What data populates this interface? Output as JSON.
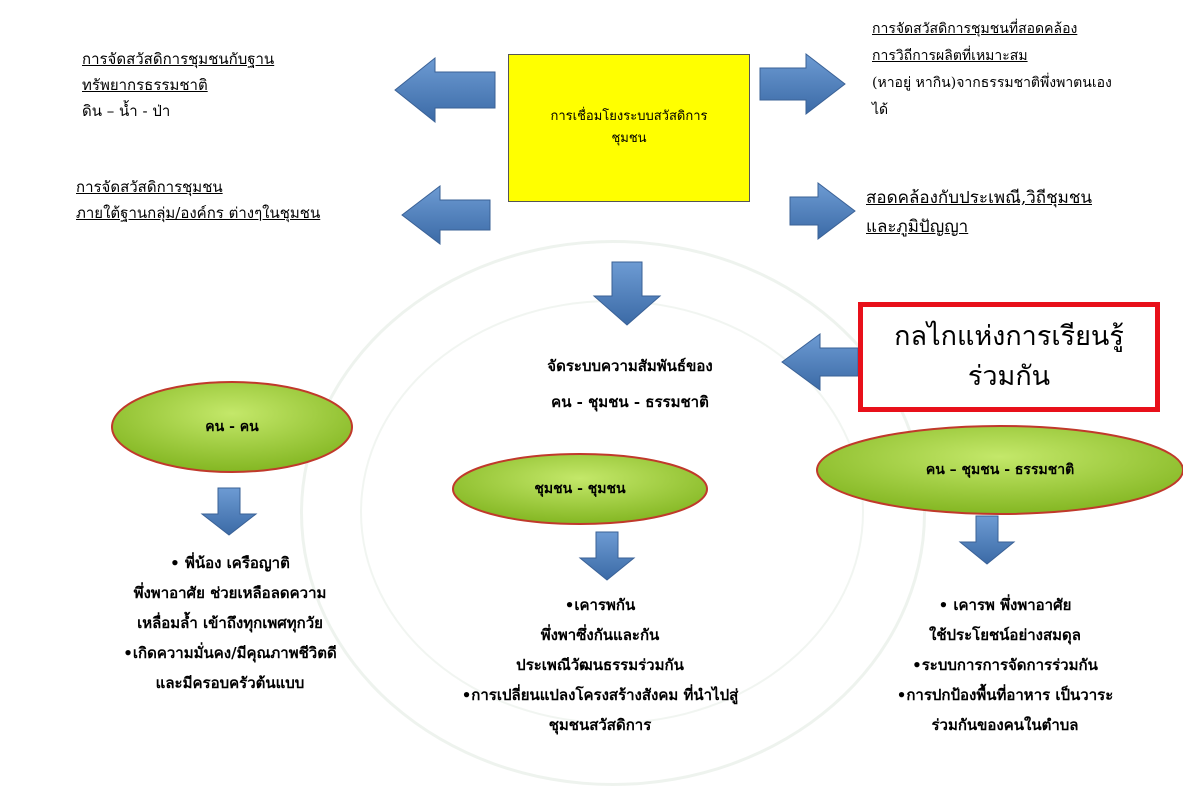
{
  "center_box": {
    "line1": "การเชื่อมโยงระบบสวัสดิการ",
    "line2": "ชุมชน"
  },
  "left_top": {
    "line1": "การจัดสวัสดิการชุมชนกับฐาน",
    "line2": "ทรัพยากรธรรมชาติ",
    "line3": "ดิน – น้ำ - ป่า"
  },
  "left_bottom": {
    "line1": "การจัดสวัสดิการชุมชน",
    "line2": "ภายใต้ฐานกลุ่ม/องค์กร ต่างๆในชุมชน"
  },
  "right_top": {
    "line1": "การจัดสวัสดิการชุมชนที่สอดคล้อง",
    "line2": "การวิถีการผลิตที่เหมาะสม",
    "line3": "(หาอยู่ หากิน)จากธรรมชาติพึ่งพาตนเอง",
    "line4": "ได้"
  },
  "right_bottom": {
    "line1": "สอดคล้องกับประเพณี,วิถีชุมชน",
    "line2": "และภูมิปัญญา"
  },
  "middle": {
    "line1": "จัดระบบความสัมพันธ์ของ",
    "line2": "คน - ชุมชน - ธรรมชาติ"
  },
  "red_box": {
    "line1": "กลไกแห่งการเรียนรู้",
    "line2": "ร่วมกัน"
  },
  "ellipses": {
    "people": "คน - คน",
    "community": "ชุมชน - ชุมชน",
    "nature": "คน – ชุมชน - ธรรมชาติ"
  },
  "col_left": {
    "l1": "• พี่น้อง เครือญาติ",
    "l2": "พึ่งพาอาศัย ช่วยเหลือลดความ",
    "l3": "เหลื่อมล้ำ เข้าถึงทุกเพศทุกวัย",
    "l4": "•เกิดความมั่นคง/มีคุณภาพชีวิตดี",
    "l5": "และมีครอบครัวต้นแบบ"
  },
  "col_middle": {
    "l1": "•เคารพกัน",
    "l2": "พึ่งพาซึ่งกันและกัน",
    "l3": "ประเพณีวัฒนธรรมร่วมกัน",
    "l4": "•การเปลี่ยนแปลงโครงสร้างสังคม ที่นำไปสู่",
    "l5": "ชุมชนสวัสดิการ"
  },
  "col_right": {
    "l1": "• เคารพ พึ่งพาอาศัย",
    "l2": "ใช้ประโยชน์อย่างสมดุล",
    "l3": "•ระบบการการจัดการร่วมกัน",
    "l4": "•การปกป้องพื้นที่อาหาร เป็นวาระ",
    "l5": "ร่วมกันของคนในตำบล"
  },
  "colors": {
    "arrow": "#4f81bd",
    "box_yellow": "#ffff00",
    "red_border": "#e8101a",
    "ellipse_fill": "#9acd32",
    "ellipse_border": "#c0392b"
  }
}
